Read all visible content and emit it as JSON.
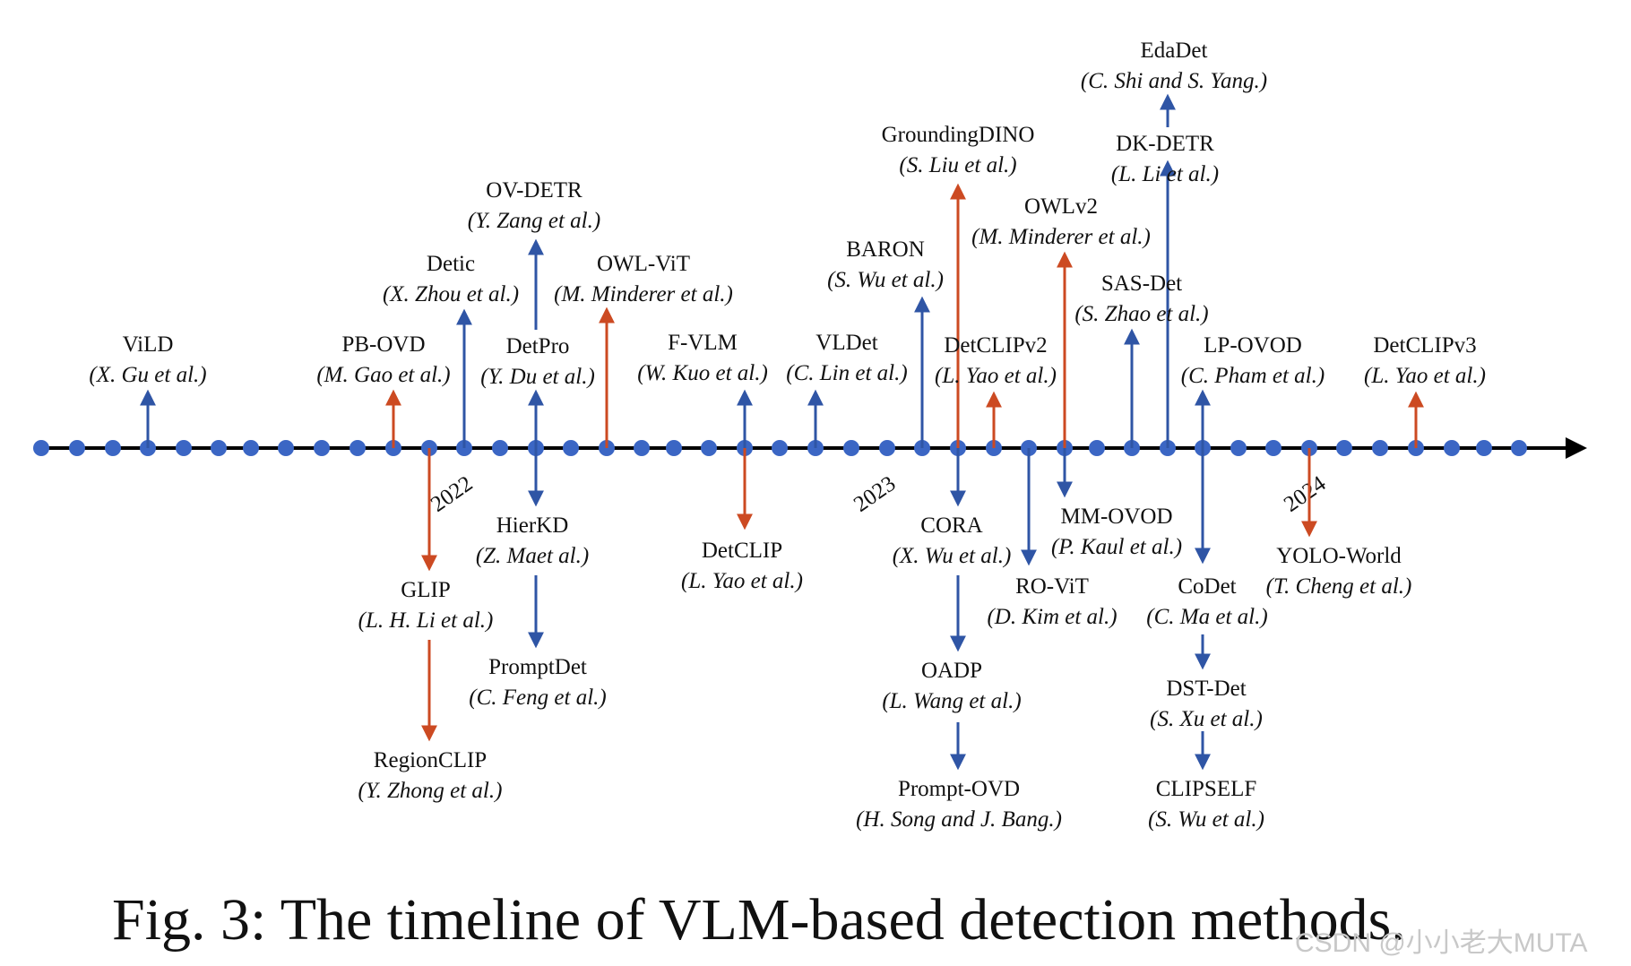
{
  "colors": {
    "blue": "#2f55a5",
    "orange": "#cc4a22",
    "dot": "#3b66c4",
    "axis": "#000000"
  },
  "years": [
    "2022",
    "2023",
    "2024"
  ],
  "caption": "Fig. 3: The timeline of VLM-based detection methods.",
  "watermark": "CSDN @小小老大MUTA",
  "methods": [
    {
      "id": "vild",
      "name": "ViLD",
      "authors": "(X. Gu et al.)",
      "color": "blue"
    },
    {
      "id": "pbovd",
      "name": "PB-OVD",
      "authors": "(M. Gao et al.)",
      "color": "orange"
    },
    {
      "id": "glip",
      "name": "GLIP",
      "authors": "(L. H. Li et al.)",
      "color": "orange"
    },
    {
      "id": "regionclip",
      "name": "RegionCLIP",
      "authors": "(Y. Zhong et al.)",
      "color": "orange"
    },
    {
      "id": "detic",
      "name": "Detic",
      "authors": "(X. Zhou et al.)",
      "color": "blue"
    },
    {
      "id": "detpro",
      "name": "DetPro",
      "authors": "(Y. Du et al.)",
      "color": "blue"
    },
    {
      "id": "ovdetr",
      "name": "OV-DETR",
      "authors": "(Y. Zang et al.)",
      "color": "blue"
    },
    {
      "id": "hierkd",
      "name": "HierKD",
      "authors": "(Z. Maet al.)",
      "color": "blue"
    },
    {
      "id": "promptdet",
      "name": "PromptDet",
      "authors": "(C. Feng et al.)",
      "color": "blue"
    },
    {
      "id": "owlvit",
      "name": "OWL-ViT",
      "authors": "(M. Minderer et al.)",
      "color": "orange"
    },
    {
      "id": "fvlm",
      "name": "F-VLM",
      "authors": "(W. Kuo et al.)",
      "color": "blue"
    },
    {
      "id": "detclip",
      "name": "DetCLIP",
      "authors": "(L. Yao et al.)",
      "color": "orange"
    },
    {
      "id": "vldet",
      "name": "VLDet",
      "authors": "(C. Lin et al.)",
      "color": "blue"
    },
    {
      "id": "baron",
      "name": "BARON",
      "authors": "(S. Wu et al.)",
      "color": "blue"
    },
    {
      "id": "groundingdino",
      "name": "GroundingDINO",
      "authors": "(S. Liu et al.)",
      "color": "orange"
    },
    {
      "id": "cora",
      "name": "CORA",
      "authors": "(X. Wu et al.)",
      "color": "blue"
    },
    {
      "id": "oadp",
      "name": "OADP",
      "authors": "(L. Wang et al.)",
      "color": "blue"
    },
    {
      "id": "promptovd",
      "name": "Prompt-OVD",
      "authors": "(H. Song and J. Bang.)",
      "color": "blue"
    },
    {
      "id": "detclipv2",
      "name": "DetCLIPv2",
      "authors": "(L. Yao et al.)",
      "color": "orange"
    },
    {
      "id": "rovit",
      "name": "RO-ViT",
      "authors": "(D. Kim et al.)",
      "color": "blue"
    },
    {
      "id": "owlv2",
      "name": "OWLv2",
      "authors": "(M. Minderer et al.)",
      "color": "orange"
    },
    {
      "id": "mmovod",
      "name": "MM-OVOD",
      "authors": "(P. Kaul et al.)",
      "color": "blue"
    },
    {
      "id": "sasdet",
      "name": "SAS-Det",
      "authors": "(S. Zhao et al.)",
      "color": "blue"
    },
    {
      "id": "dkdetr",
      "name": "DK-DETR",
      "authors": "(L. Li et al.)",
      "color": "blue"
    },
    {
      "id": "edadet",
      "name": "EdaDet",
      "authors": "(C. Shi and S. Yang.)",
      "color": "blue"
    },
    {
      "id": "lpovod",
      "name": "LP-OVOD",
      "authors": "(C. Pham et al.)",
      "color": "blue"
    },
    {
      "id": "codet",
      "name": "CoDet",
      "authors": "(C. Ma et al.)",
      "color": "blue"
    },
    {
      "id": "dstdet",
      "name": "DST-Det",
      "authors": "(S. Xu et al.)",
      "color": "blue"
    },
    {
      "id": "clipself",
      "name": "CLIPSELF",
      "authors": "(S. Wu et al.)",
      "color": "blue"
    },
    {
      "id": "yoloworld",
      "name": "YOLO-World",
      "authors": "(T. Cheng et al.)",
      "color": "orange"
    },
    {
      "id": "detclipv3",
      "name": "DetCLIPv3",
      "authors": "(L. Yao et al.)",
      "color": "orange"
    }
  ]
}
